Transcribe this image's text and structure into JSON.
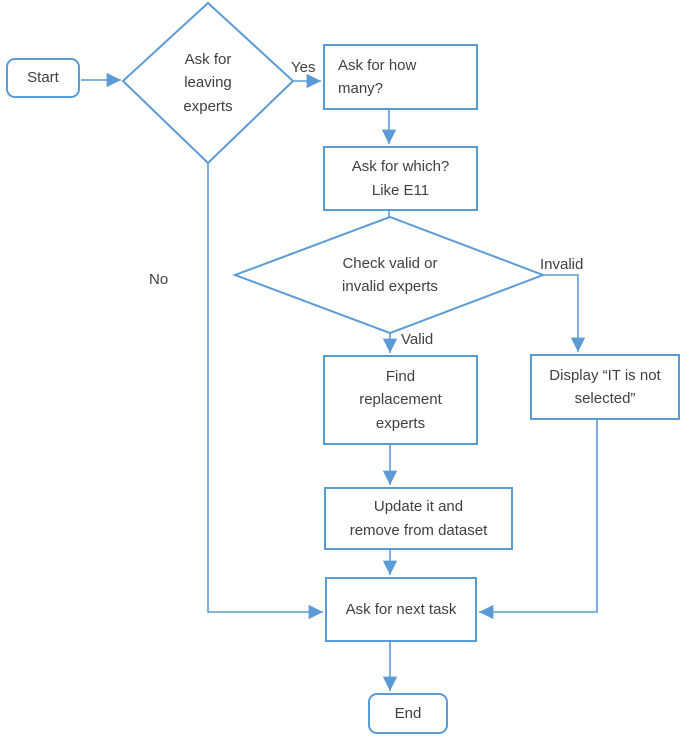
{
  "diagram": {
    "colors": {
      "accent": "#5B9BD5",
      "text": "#404040",
      "background": "#FFFFFF"
    },
    "nodes": {
      "start": {
        "type": "terminator",
        "label": "Start"
      },
      "ask_leaving": {
        "type": "decision",
        "label": "Ask for\nleaving\nexperts"
      },
      "ask_how_many": {
        "type": "process",
        "label": "Ask for how\nmany?"
      },
      "ask_which": {
        "type": "process",
        "label": "Ask for which?\nLike E11"
      },
      "check_valid": {
        "type": "decision",
        "label": "Check valid or\ninvalid experts"
      },
      "find_replacement": {
        "type": "process",
        "label": "Find\nreplacement\nexperts"
      },
      "display_not_selected": {
        "type": "process",
        "label": "Display “IT is not\nselected”"
      },
      "update_dataset": {
        "type": "process",
        "label": "Update it and\nremove from dataset"
      },
      "ask_next_task": {
        "type": "process",
        "label": "Ask for next task"
      },
      "end": {
        "type": "terminator",
        "label": "End"
      }
    },
    "edge_labels": {
      "yes": "Yes",
      "no": "No",
      "valid": "Valid",
      "invalid": "Invalid"
    }
  }
}
